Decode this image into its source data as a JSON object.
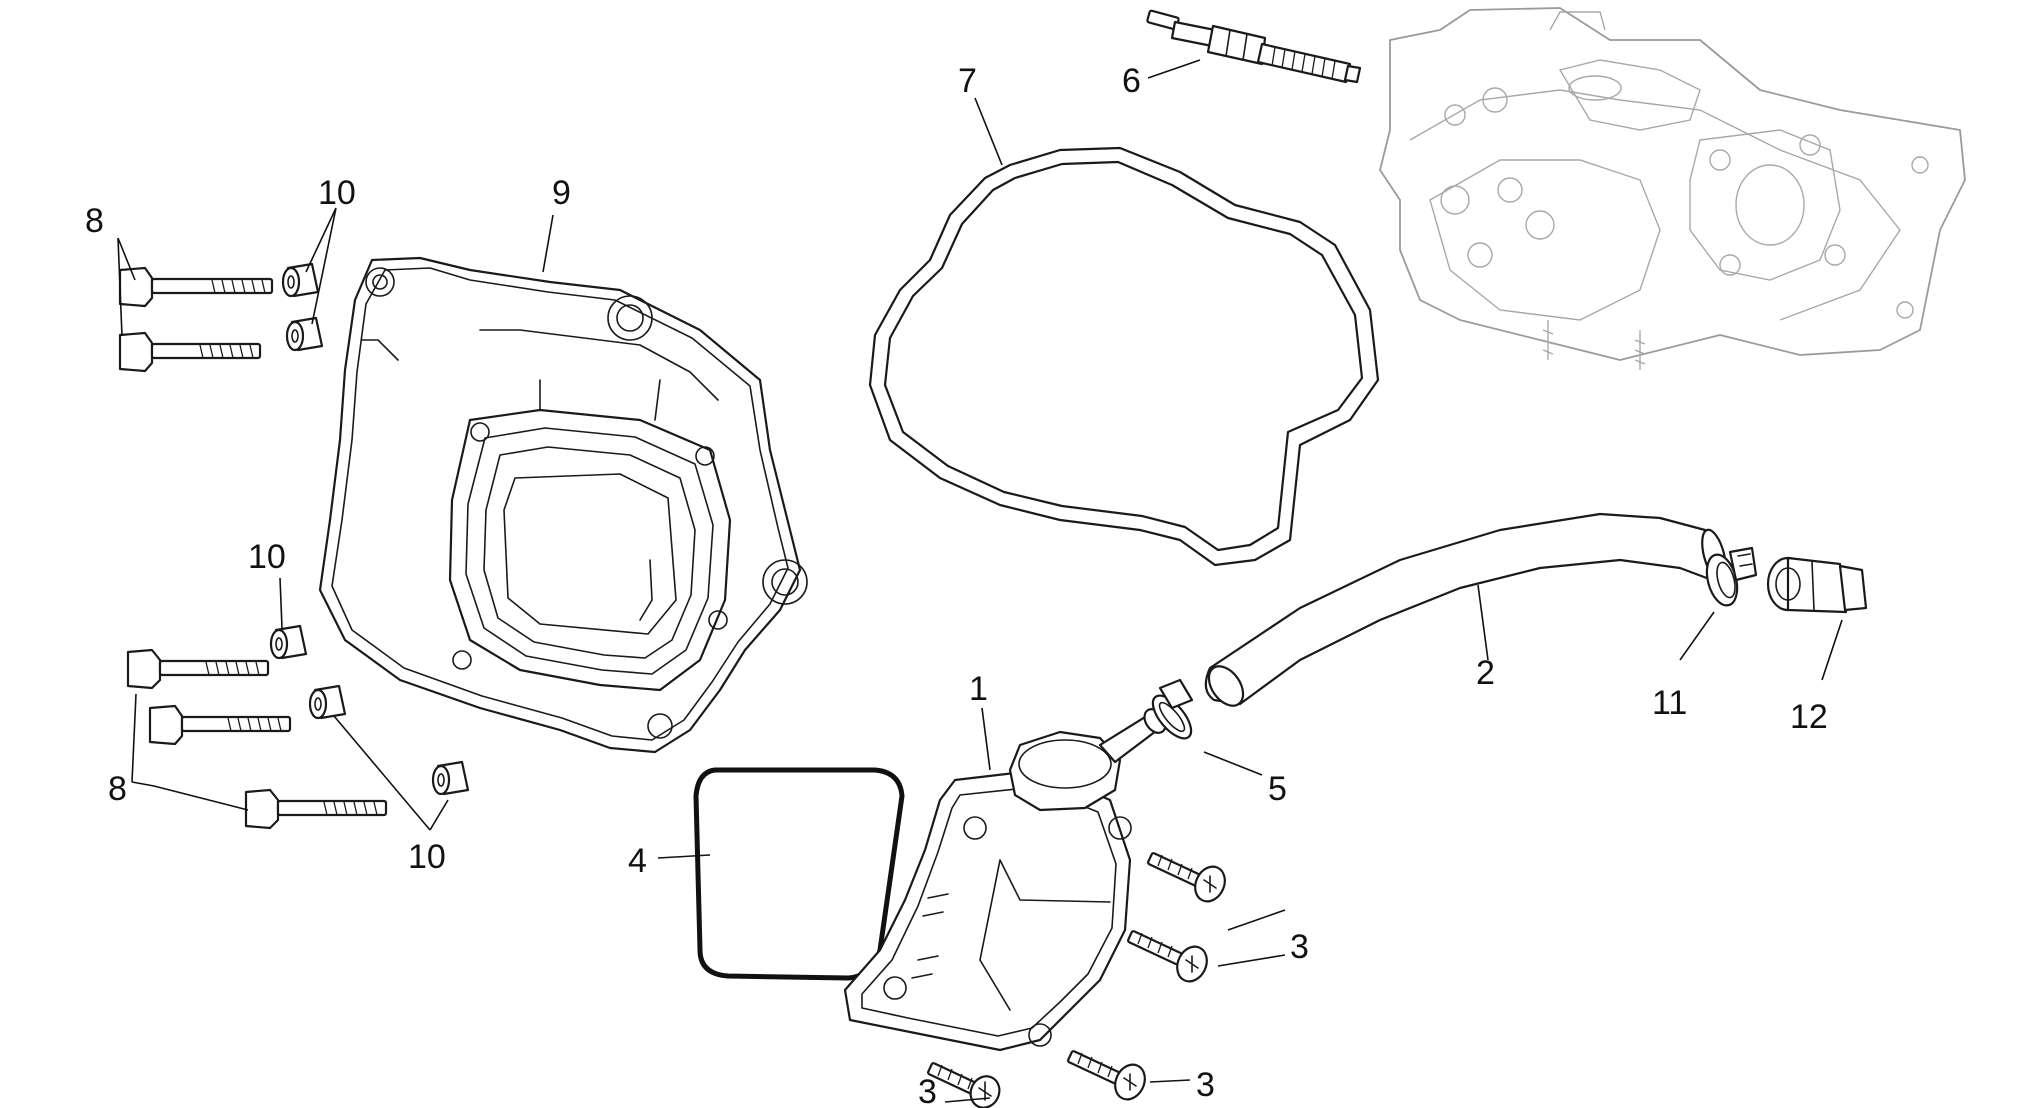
{
  "callouts": [
    {
      "id": "c1",
      "text": "1"
    },
    {
      "id": "c2",
      "text": "2"
    },
    {
      "id": "c3a",
      "text": "3"
    },
    {
      "id": "c3b",
      "text": "3"
    },
    {
      "id": "c3c",
      "text": "3"
    },
    {
      "id": "c4",
      "text": "4"
    },
    {
      "id": "c5",
      "text": "5"
    },
    {
      "id": "c6",
      "text": "6"
    },
    {
      "id": "c7",
      "text": "7"
    },
    {
      "id": "c8a",
      "text": "8"
    },
    {
      "id": "c8b",
      "text": "8"
    },
    {
      "id": "c9",
      "text": "9"
    },
    {
      "id": "c10a",
      "text": "10"
    },
    {
      "id": "c10b",
      "text": "10"
    },
    {
      "id": "c10c",
      "text": "10"
    },
    {
      "id": "c11",
      "text": "11"
    },
    {
      "id": "c12",
      "text": "12"
    }
  ]
}
